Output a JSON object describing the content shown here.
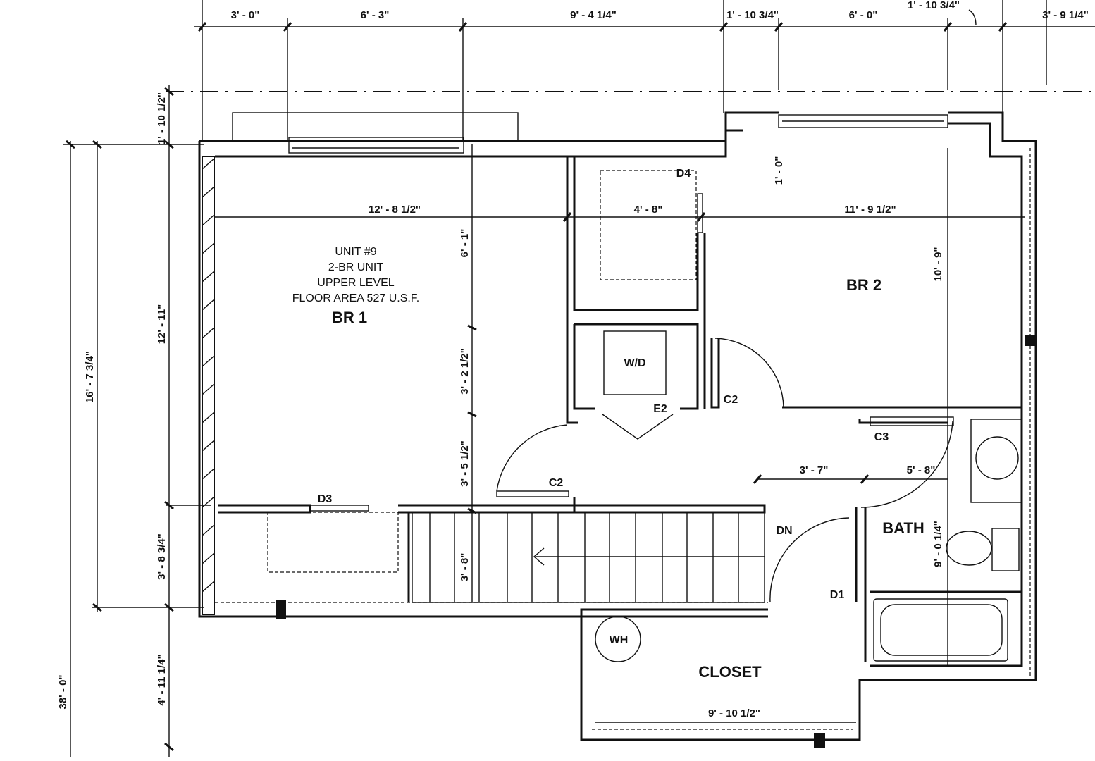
{
  "plan": {
    "unit_label": [
      "UNIT #9",
      "2-BR UNIT",
      "UPPER LEVEL",
      "FLOOR AREA 527 U.S.F."
    ],
    "rooms": {
      "br1": "BR 1",
      "br2": "BR 2",
      "bath": "BATH",
      "closet": "CLOSET",
      "wd": "W/D",
      "wh": "WH",
      "dn": "DN"
    },
    "tags": {
      "d1": "D1",
      "d3": "D3",
      "d4": "D4",
      "e2": "E2",
      "c2a": "C2",
      "c2b": "C2",
      "c3": "C3"
    },
    "top_dims": [
      "3' - 0\"",
      "6' - 3\"",
      "9' - 4 1/4\"",
      "1' - 10 3/4\"",
      "6' - 0\"",
      "1' - 10 3/4\"",
      "3' - 9 1/4\""
    ],
    "left_dims": {
      "overall": "38' - 0\"",
      "upper": "16' - 7 3/4\"",
      "a": "1' - 10 1/2\"",
      "b": "12' - 11\"",
      "c": "3' - 8 3/4\"",
      "d": "4' - 11 1/4\""
    },
    "interior_dims": {
      "br1_width": "12' - 8 1/2\"",
      "closet_width": "4' - 8\"",
      "br2_width": "11' - 9 1/2\"",
      "v1": "6' - 1\"",
      "v2": "3' - 2 1/2\"",
      "v3": "3' - 5 1/2\"",
      "v4": "3' - 8\"",
      "br2_depth": "10' - 9\"",
      "bump": "1' - 0\"",
      "hall1": "3' - 7\"",
      "hall2": "5' - 8\"",
      "bath_depth": "9' - 0 1/4\"",
      "closet_bottom": "9' - 10 1/2\""
    }
  }
}
